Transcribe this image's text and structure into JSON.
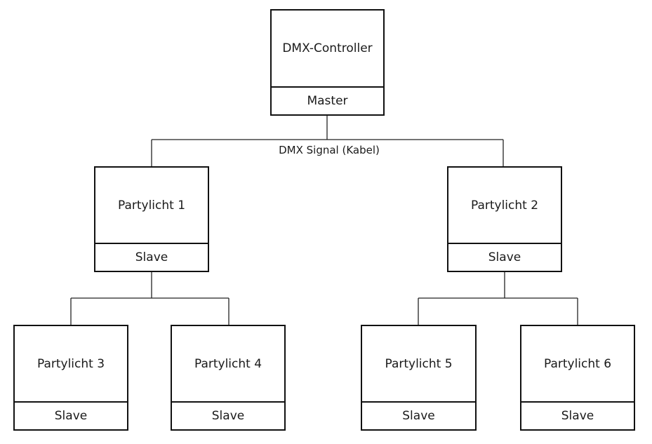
{
  "diagram": {
    "signal_label": "DMX Signal (Kabel)",
    "controller": {
      "name": "DMX-Controller",
      "role": "Master"
    },
    "light1": {
      "name": "Partylicht 1",
      "role": "Slave"
    },
    "light2": {
      "name": "Partylicht 2",
      "role": "Slave"
    },
    "light3": {
      "name": "Partylicht 3",
      "role": "Slave"
    },
    "light4": {
      "name": "Partylicht 4",
      "role": "Slave"
    },
    "light5": {
      "name": "Partylicht 5",
      "role": "Slave"
    },
    "light6": {
      "name": "Partylicht 6",
      "role": "Slave"
    }
  }
}
